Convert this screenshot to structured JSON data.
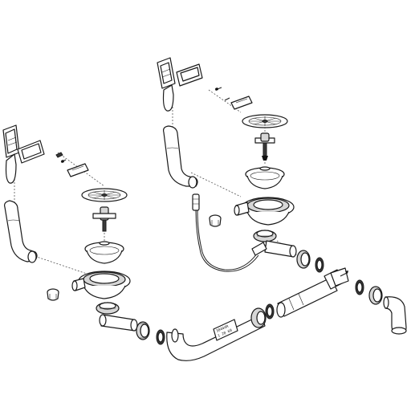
{
  "diagram": {
    "background": "#ffffff",
    "line_color": "#1a1a1a",
    "pipe_label": {
      "line1": "30444R",
      "line2": "1 20 60"
    },
    "parts": [
      "left-overflow-plate",
      "left-overflow-tube",
      "left-basket-strainer",
      "left-sink-outlet",
      "right-overflow-plate",
      "right-overflow-tube",
      "right-basket-strainer",
      "right-sink-outlet",
      "bowden-cable",
      "horizontal-connecting-pipe",
      "siphon-elbow"
    ]
  }
}
